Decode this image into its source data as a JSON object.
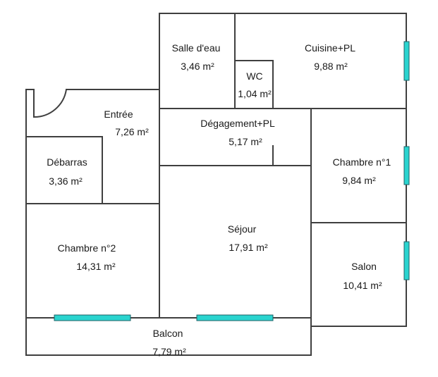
{
  "rooms": {
    "salle_eau": {
      "name": "Salle d'eau",
      "area": "3,46  m²"
    },
    "cuisine": {
      "name": "Cuisine+PL",
      "area": "9,88  m²"
    },
    "wc": {
      "name": "WC",
      "area": "1,04 m²"
    },
    "entree": {
      "name": "Entrée",
      "area": "7,26  m²"
    },
    "degagement": {
      "name": "Dégagement+PL",
      "area": "5,17  m²"
    },
    "debarras": {
      "name": "Débarras",
      "area": "3,36  m²"
    },
    "chambre1": {
      "name": "Chambre n°1",
      "area": "9,84  m²"
    },
    "sejour": {
      "name": "Séjour",
      "area": "17,91  m²"
    },
    "chambre2": {
      "name": "Chambre n°2",
      "area": "14,31  m²"
    },
    "salon": {
      "name": "Salon",
      "area": "10,41  m²"
    },
    "balcon": {
      "name": "Balcon",
      "area": "7,79  m²"
    }
  },
  "colors": {
    "wall": "#3f3f3f",
    "window": "#2ad4cf"
  }
}
